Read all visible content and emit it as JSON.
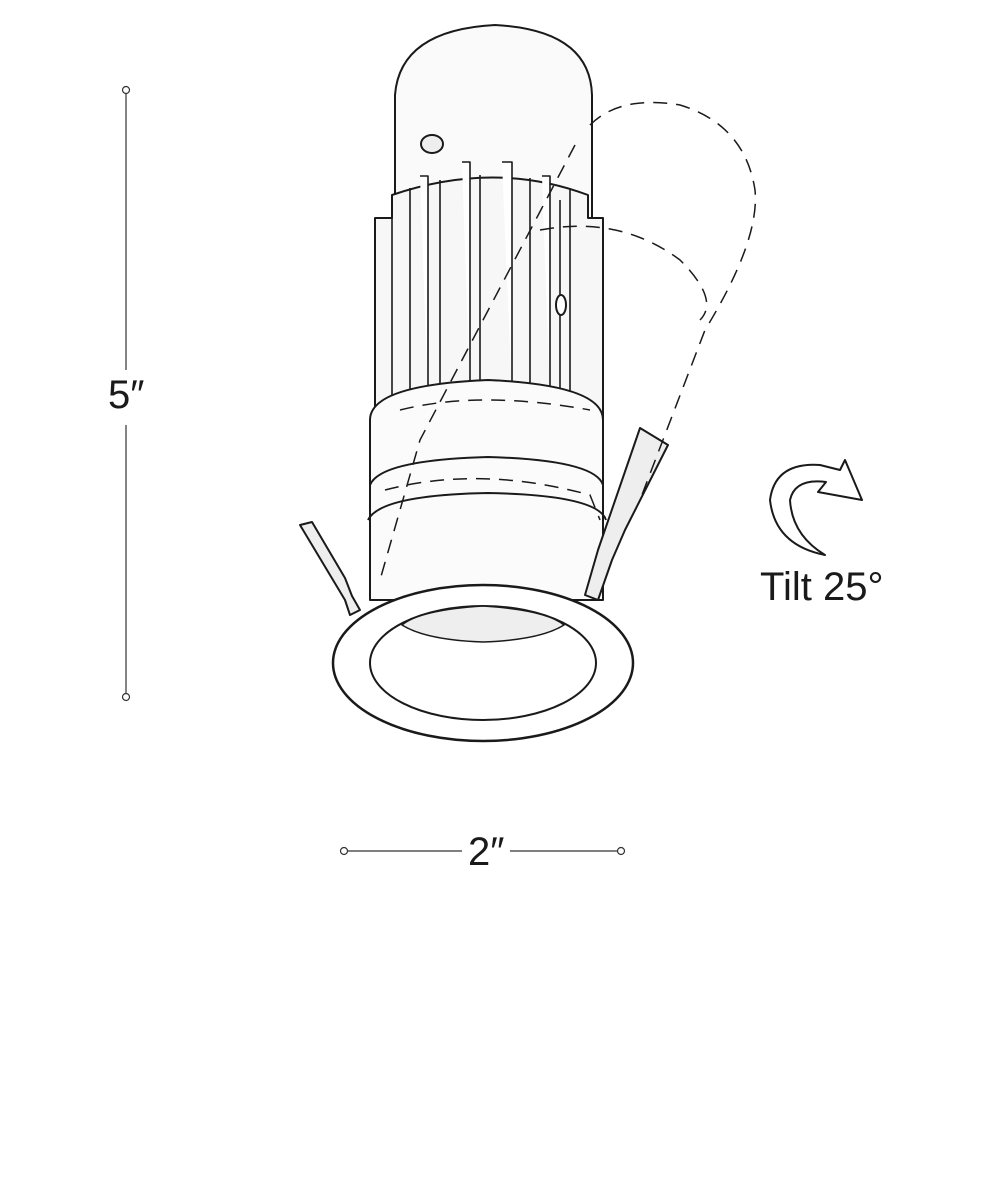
{
  "dimensions": {
    "height_label": "5″",
    "width_label": "2″"
  },
  "tilt": {
    "label": "Tilt 25°",
    "icon": "curved-arrow-icon"
  },
  "colors": {
    "stroke": "#1a1a1a",
    "fill": "#ffffff",
    "shade": "#e8e8e8"
  }
}
